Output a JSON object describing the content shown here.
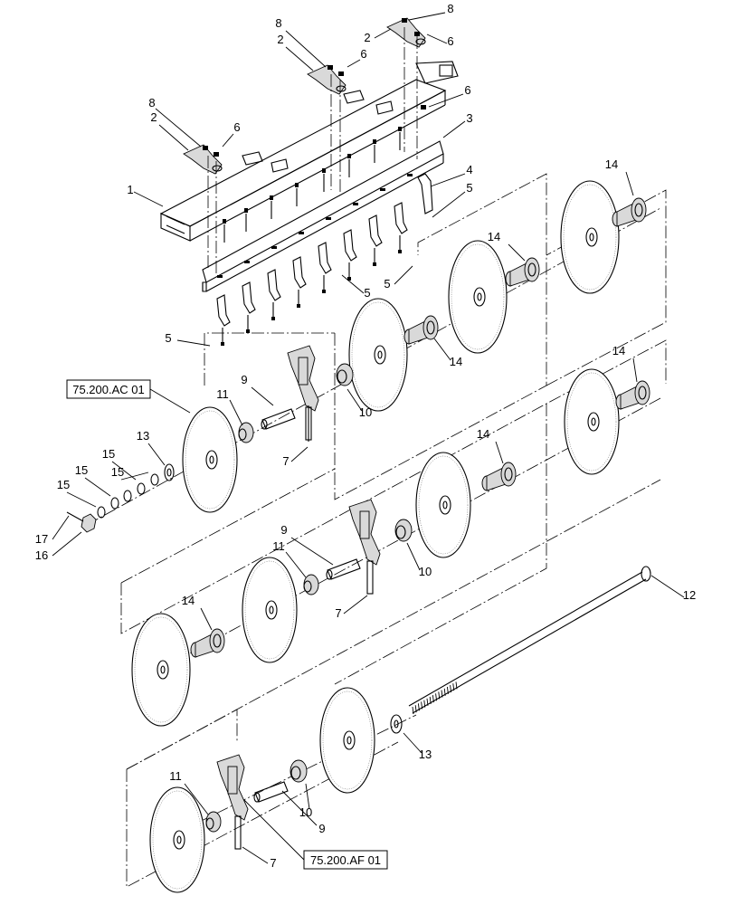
{
  "references": {
    "top": "75.200.AC 01",
    "bottom": "75.200.AF 01"
  },
  "callouts": [
    "1",
    "2",
    "2",
    "2",
    "3",
    "4",
    "5",
    "5",
    "5",
    "5",
    "6",
    "6",
    "6",
    "6",
    "7",
    "7",
    "7",
    "8",
    "8",
    "8",
    "9",
    "9",
    "9",
    "10",
    "10",
    "10",
    "11",
    "11",
    "11",
    "12",
    "13",
    "13",
    "14",
    "14",
    "14",
    "14",
    "14",
    "14",
    "15",
    "15",
    "15",
    "15",
    "16",
    "17"
  ]
}
